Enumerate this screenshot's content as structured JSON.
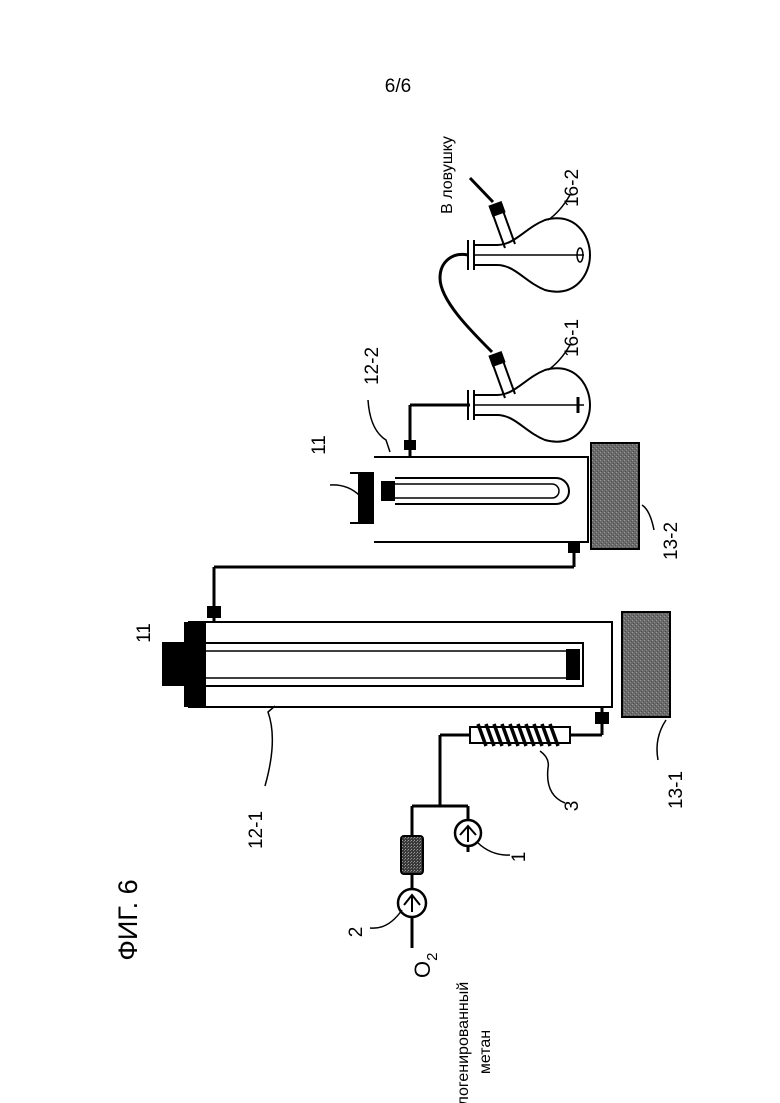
{
  "page_number": "6/6",
  "figure_title": "ФИГ. 6",
  "labels": {
    "pump_oxygen": "2",
    "pump_methane": "1",
    "preheater": "3",
    "reactor_1": "12-1",
    "reactor_2": "12-2",
    "heater_1": "13-1",
    "heater_2": "13-2",
    "cap_1": "11",
    "cap_2": "11",
    "flask_1": "16-1",
    "flask_2": "16-2"
  },
  "inputs": {
    "oxygen": "O",
    "oxygen_sub": "2",
    "methane_line1": "Галогенированный",
    "methane_line2": "метан"
  },
  "outlet": "В ловушку"
}
